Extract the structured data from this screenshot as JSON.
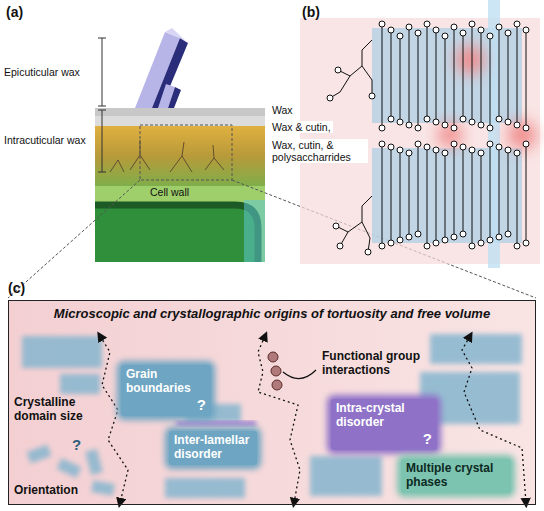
{
  "diagram": {
    "nodes": [
      {
        "text": [
          "Microscopic and crystallographic origins of tortuosity and free volume"
        ]
      },
      {
        "text": [
          "Grain boundaries",
          "?"
        ],
        "in": 0
      },
      {
        "text": [
          "Intra-crystal disorder",
          "?"
        ],
        "in": 0
      },
      {
        "text": [
          "Inter-lamellar disorder"
        ],
        "in": 0
      },
      {
        "text": [
          "Multiple crystal phases"
        ],
        "in": 0
      }
    ],
    "labels": [
      "(a)",
      "Epicuticular wax",
      "Intracuticular wax",
      "Wax",
      "Wax & cutin,",
      "Wax, cutin, & polysaccharrides",
      "Cell wall",
      "(b)",
      "(c)",
      "Functional group interactions",
      "Crystalline domain size",
      "?",
      "Orientation"
    ]
  }
}
